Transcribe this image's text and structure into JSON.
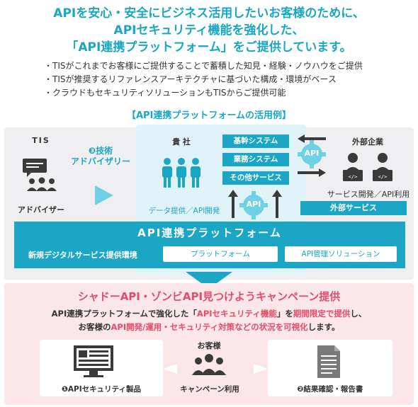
{
  "header": {
    "line1": "APIを安心・安全にビジネス活用したいお客様のために、",
    "line2": "APIセキュリティ機能を強化した、",
    "line3": "「API連携プラットフォーム」をご提供しています。"
  },
  "bullets": [
    "TISがこれまでお客様にご提供することで蓄積した知見・経験・ノウハウをご提供",
    "TISが推奨するリファレンスアーキテクチャに基づいた構成・環境がベース",
    "クラウドもセキュリティソリューションもTISからご提供可能"
  ],
  "subtitle": "【API連携プラットフォームの活用例】",
  "diagram": {
    "tis_label": "TIS",
    "advisor_label": "アドバイザー",
    "tech_advisory_line1": "❸技術",
    "tech_advisory_line2": "アドバイザリー",
    "client_label": "貴 社",
    "data_label": "データ提供／API開発",
    "systems": [
      "基幹システム",
      "業務システム",
      "その他サービス"
    ],
    "api_badge": "API",
    "external_label": "外部企業",
    "external_sub": "サービス開発／API利用",
    "external_service": "外部サービス",
    "platform_title": "API連携プラットフォーム",
    "platform_sub": "新規デジタルサービス提供環境",
    "platform_pills": [
      "プラットフォーム",
      "API管理ソリューション"
    ]
  },
  "campaign": {
    "title": "シャドーAPI・ゾンビAPI見つけようキャンペーン提供",
    "body_part1": "API連携プラットフォームで強化した「",
    "body_hl1": "APIセキュリティ機能",
    "body_part2": "」を",
    "body_hl2": "期間限定で提供",
    "body_part3": "し、",
    "body2_part1": "お客様の",
    "body2_hl": "API開発/運用・セキュリティ対策などの状況を可視化",
    "body2_part2": "します。",
    "customer_label": "お客様",
    "use_label": "キャンペーン利用",
    "left_card": "❶APIセキュリティ製品",
    "right_card": "❷結果確認・報告書"
  },
  "colors": {
    "accent": "#1aa6c4",
    "pink_accent": "#e34c6a",
    "grey_bg": "#efeff1",
    "cyan_bg": "#dff3f8",
    "pink_bg": "#fbe6ea",
    "icon_dark": "#3a3a3a"
  }
}
